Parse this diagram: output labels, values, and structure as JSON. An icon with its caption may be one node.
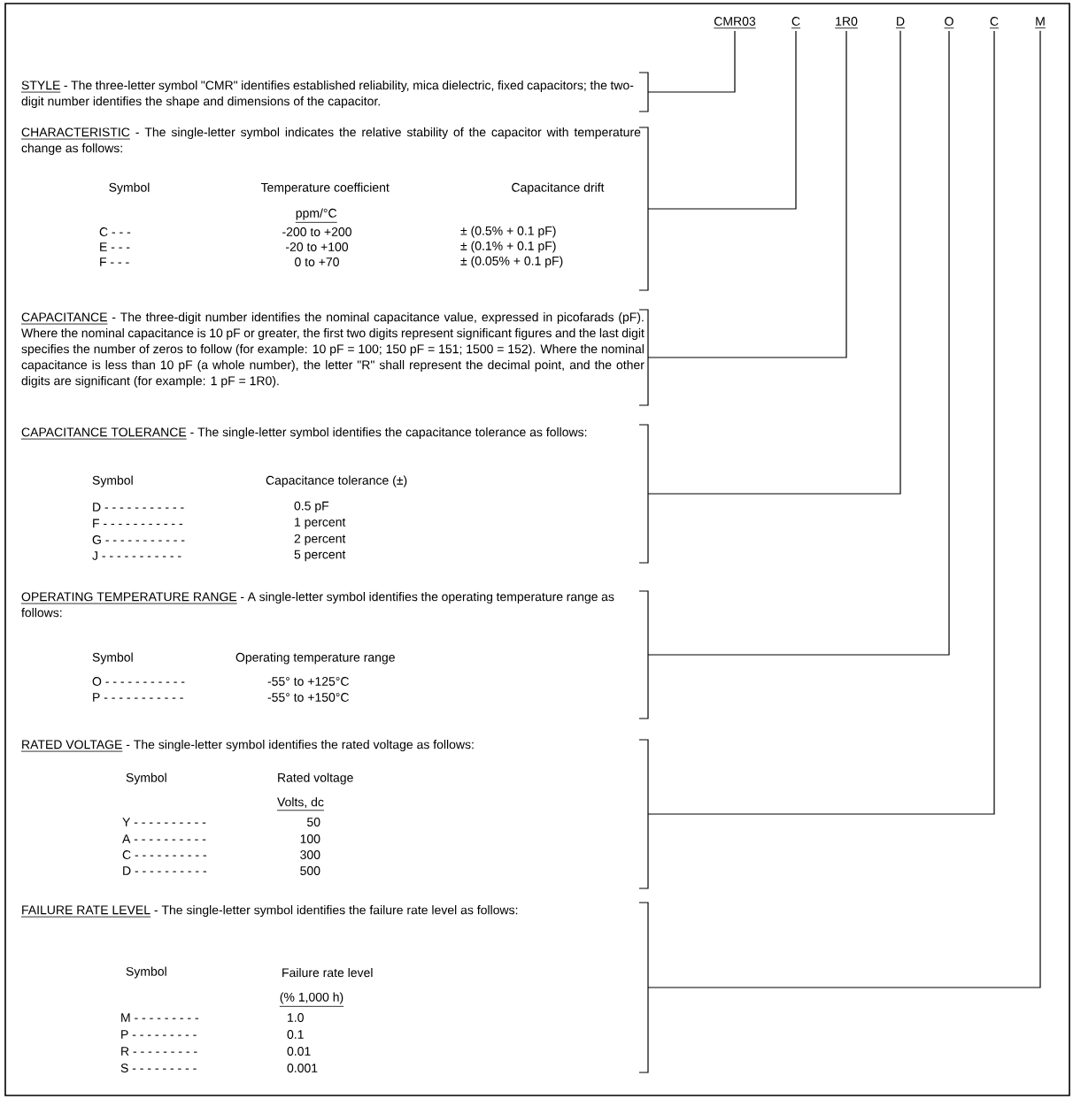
{
  "diagram": {
    "nodes": [
      {
        "text": [
          "CMR03"
        ]
      },
      {
        "text": [
          "C"
        ]
      },
      {
        "text": [
          "1R0"
        ]
      },
      {
        "text": [
          "D"
        ]
      },
      {
        "text": [
          "O"
        ]
      },
      {
        "text": [
          "C"
        ]
      },
      {
        "text": [
          "M"
        ]
      },
      {
        "text": [
          "STYLE",
          "- The three-letter symbol \"CMR\" identifies established reliability, mica dielectric, fixed capacitors; the two-digit number identifies the shape and dimensions of the capacitor."
        ]
      },
      {
        "text": [
          "CHARACTERISTIC",
          "- The single-letter symbol indicates the relative stability of the capacitor with temperature change as follows:",
          "Symbol",
          "Temperature coefficient",
          "Capacitance drift",
          "ppm/°C",
          "C - - -",
          "-200 to +200",
          "± (0.5% + 0.1 pF)",
          "E - - -",
          "-20 to +100",
          "± (0.1% + 0.1 pF)",
          "F - - -",
          "0 to +70",
          "± (0.05% + 0.1 pF)"
        ]
      },
      {
        "text": [
          "CAPACITANCE",
          "- The three-digit number identifies the nominal capacitance value, expressed in picofarads (pF). Where the nominal capacitance is 10 pF or greater, the first two digits represent significant figures and the last digit specifies the number of zeros to follow (for example: 10 pF = 100; 150 pF = 151; 1500 = 152). Where the nominal capacitance is less than 10 pF (a whole number), the letter \"R\" shall represent the decimal point, and the other digits are significant (for example: 1 pF = 1R0)."
        ]
      },
      {
        "text": [
          "CAPACITANCE TOLERANCE",
          "- The single-letter symbol identifies the capacitance tolerance as follows:",
          "Symbol",
          "Capacitance tolerance (±)",
          "D - - - - - - - - - - -",
          "0.5 pF",
          "F - - - - - - - - - - -",
          "1 percent",
          "G - - - - - - - - - - -",
          "2 percent",
          "J - - - - - - - - - - -",
          "5 percent"
        ]
      },
      {
        "text": [
          "OPERATING TEMPERATURE RANGE",
          "- A single-letter symbol identifies the operating temperature range as follows:",
          "Symbol",
          "Operating temperature range",
          "O - - - - - - - - - - -",
          "-55° to +125°C",
          "P - - - - - - - - - - -",
          "-55° to +150°C"
        ]
      },
      {
        "text": [
          "RATED VOLTAGE",
          "- The single-letter symbol identifies the rated voltage as follows:",
          "Symbol",
          "Rated voltage",
          "Volts, dc",
          "Y - - - - - - - - - -",
          "50",
          "A - - - - - - - - - -",
          "100",
          "C - - - - - - - - - -",
          "300",
          "D - - - - - - - - - -",
          "500"
        ]
      },
      {
        "text": [
          "FAILURE RATE LEVEL",
          "- The single-letter symbol identifies the failure rate level as follows:",
          "Symbol",
          "Failure rate level",
          "(% 1,000 h)",
          "M - - - - - - - - -",
          "1.0",
          "P - - - - - - - - -",
          "0.1",
          "R - - - - - - - - -",
          "0.01",
          "S - - - - - - - - -",
          "0.001"
        ]
      }
    ],
    "edges": [
      {
        "from": 0,
        "to": 7,
        "arrow": "none"
      },
      {
        "from": 1,
        "to": 8,
        "arrow": "none"
      },
      {
        "from": 2,
        "to": 9,
        "arrow": "none"
      },
      {
        "from": 3,
        "to": 10,
        "arrow": "none"
      },
      {
        "from": 4,
        "to": 11,
        "arrow": "none"
      },
      {
        "from": 5,
        "to": 12,
        "arrow": "none"
      },
      {
        "from": 6,
        "to": 13,
        "arrow": "none"
      }
    ]
  }
}
